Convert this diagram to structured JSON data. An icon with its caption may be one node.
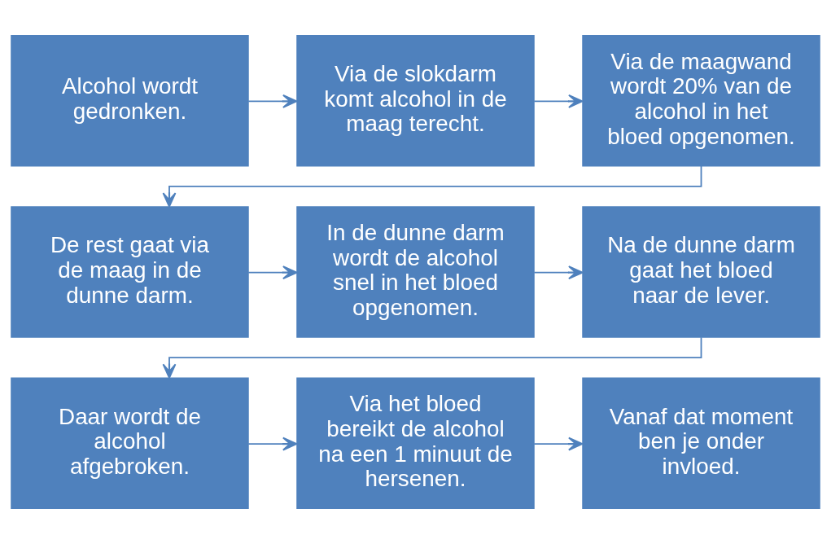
{
  "diagram": {
    "nodes": [
      {
        "text": [
          "Alcohol wordt gedronken."
        ]
      },
      {
        "text": [
          "Via de slokdarm komt alcohol in de maag terecht."
        ]
      },
      {
        "text": [
          "Via de maagwand wordt 20% van de alcohol in het bloed opgenomen."
        ]
      },
      {
        "text": [
          "De rest gaat via de maag in de dunne darm."
        ]
      },
      {
        "text": [
          "In de dunne darm wordt de alcohol snel in het bloed opgenomen."
        ]
      },
      {
        "text": [
          "Na de dunne darm gaat het bloed naar de lever."
        ]
      },
      {
        "text": [
          "Daar wordt de alcohol afgebroken."
        ]
      },
      {
        "text": [
          "Via het bloed bereikt de alcohol na een 1 minuut de hersenen."
        ]
      },
      {
        "text": [
          "Vanaf dat moment ben je onder invloed."
        ]
      }
    ],
    "edges": [
      {
        "from": 0,
        "to": 1,
        "arrow": "to"
      },
      {
        "from": 1,
        "to": 2,
        "arrow": "to"
      },
      {
        "from": 2,
        "to": 3,
        "arrow": "to"
      },
      {
        "from": 3,
        "to": 4,
        "arrow": "to"
      },
      {
        "from": 4,
        "to": 5,
        "arrow": "to"
      },
      {
        "from": 5,
        "to": 6,
        "arrow": "to"
      },
      {
        "from": 6,
        "to": 7,
        "arrow": "to"
      },
      {
        "from": 7,
        "to": 8,
        "arrow": "to"
      }
    ]
  }
}
